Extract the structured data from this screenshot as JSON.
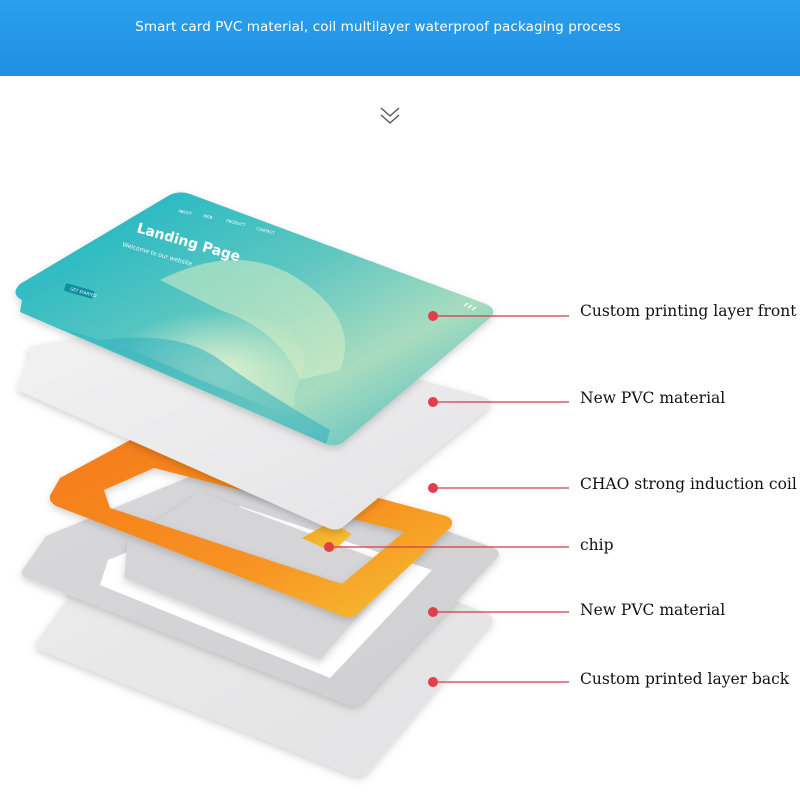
{
  "banner": {
    "title": "Smart card PVC material, coil multilayer waterproof packaging process"
  },
  "card_front": {
    "nav": [
      "ABOUT",
      "WEB",
      "PRODUCT",
      "CONTACT"
    ],
    "heading": "Landing Page",
    "subheading": "Welcome to our website",
    "button": "GET STARTED"
  },
  "callouts": [
    {
      "label": "Custom printing layer front"
    },
    {
      "label": "New PVC material"
    },
    {
      "label": "CHAO strong induction coil"
    },
    {
      "label": "chip"
    },
    {
      "label": "New PVC material"
    },
    {
      "label": "Custom printed layer back"
    }
  ],
  "colors": {
    "accent": "#e23d4a",
    "banner": "#2196e9",
    "coil": "#f28a1e",
    "card_teal": "#17b6c4"
  }
}
